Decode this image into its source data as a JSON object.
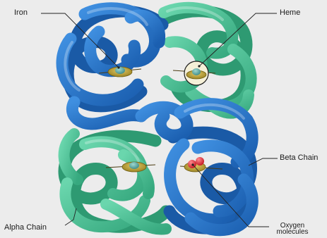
{
  "labels": {
    "iron": "Iron",
    "heme": "Heme",
    "beta_chain": "Beta Chain",
    "alpha_chain": "Alpha Chain",
    "oxygen_line1": "Oxygen",
    "oxygen_line2": "molecules"
  },
  "colors": {
    "background": "#ececec",
    "beta_chain": "#2570c4",
    "alpha_chain": "#4dbf95",
    "heme_disc": "#b8a035",
    "iron": "#5aa6a0",
    "oxygen": "#e8303a"
  }
}
